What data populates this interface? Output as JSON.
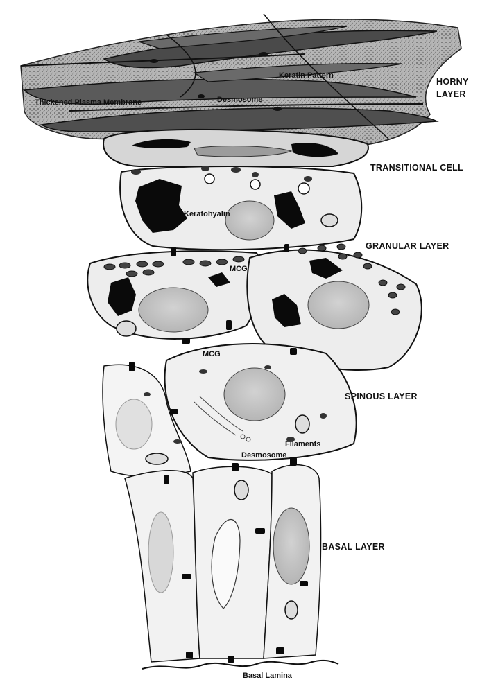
{
  "labels": {
    "horny_layer_1": "HORNY",
    "horny_layer_2": "LAYER",
    "transitional_cell": "TRANSITIONAL CELL",
    "granular_layer": "GRANULAR LAYER",
    "spinous_layer": "SPINOUS LAYER",
    "basal_layer": "BASAL LAYER",
    "keratin_pattern": "Keratin Pattern",
    "thickened_plasma_membrane": "Thickened Plasma Membrane",
    "desmosome_top": "Desmosome",
    "keratohyalin": "Keratohyalin",
    "mcg_granular": "MCG",
    "mcg_spinous": "MCG",
    "filaments": "Filaments",
    "desmosome_spinous": "Desmosome",
    "basal_lamina": "Basal Lamina"
  },
  "colors": {
    "ink": "#111111",
    "cell_fill": "#ececec",
    "nucleus_fill": "#c8c8c8",
    "horny_fill": "#9a9a9a",
    "horny_dark": "#3a3a3a",
    "keratohyalin": "#0a0a0a"
  }
}
